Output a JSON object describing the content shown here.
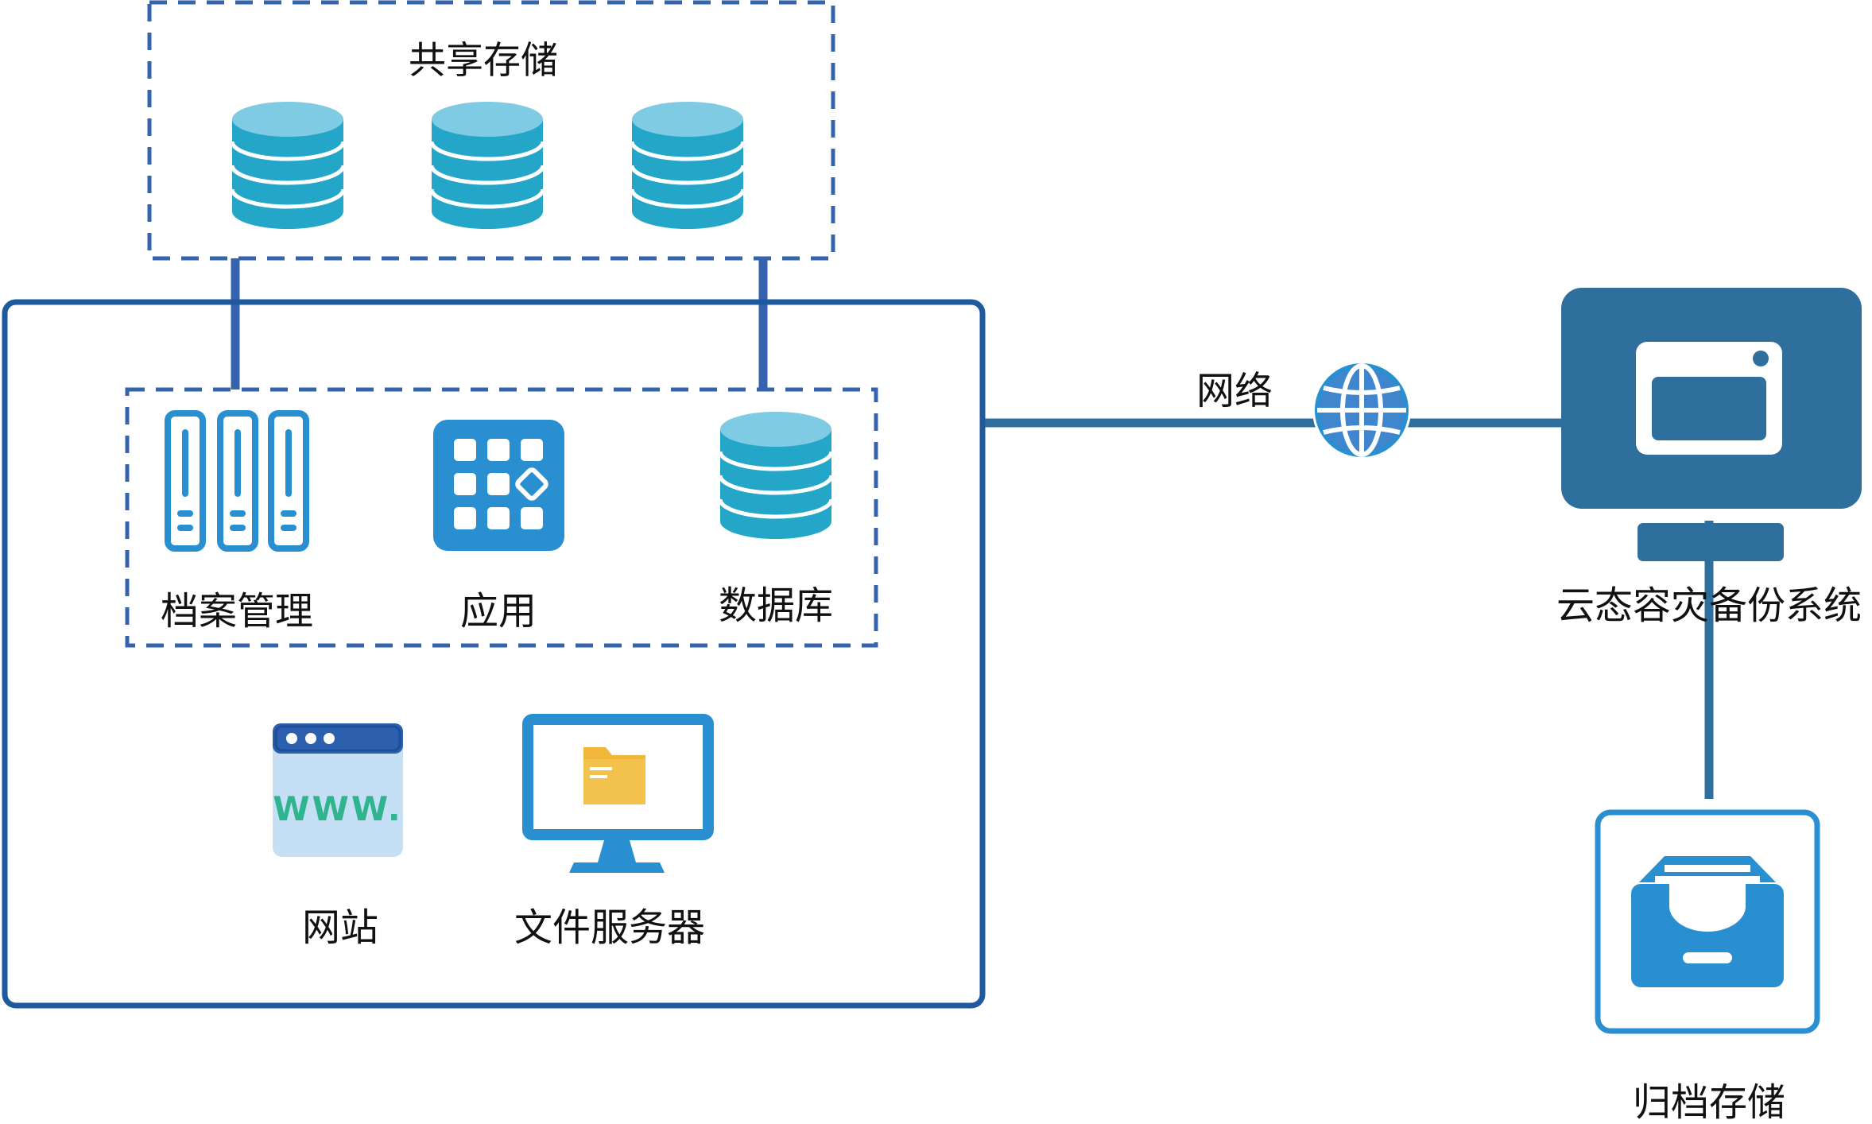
{
  "labels": {
    "shared_storage": "共享存储",
    "archive_management": "档案管理",
    "application": "应用",
    "database": "数据库",
    "website": "网站",
    "website_icon_text": "WWW.",
    "file_server": "文件服务器",
    "network": "网络",
    "cloud_dr_system": "云态容灾备份系统",
    "archive_storage": "归档存储"
  },
  "colors": {
    "frame_blue": "#1f5a9e",
    "dashed_blue": "#3563ae",
    "link_blue": "#2f6f9e",
    "db_light": "#7ecbe3",
    "db_mid": "#23a6c8",
    "icon_blue": "#2a8fd0",
    "dr_box": "#2f6f9e",
    "folder": "#f0b73a",
    "www_bar": "#2c5fae",
    "www_bg": "#c5dff4",
    "www_text": "#2fb48f"
  },
  "icons": {
    "shared_db_1": "database-icon",
    "shared_db_2": "database-icon",
    "shared_db_3": "database-icon",
    "archive_mgmt": "server-rack-icon",
    "application": "app-grid-icon",
    "database": "database-icon",
    "website": "browser-www-icon",
    "file_server": "monitor-folder-icon",
    "network": "globe-icon",
    "dr_system": "backup-monitor-icon",
    "archive_storage": "archive-box-icon"
  }
}
